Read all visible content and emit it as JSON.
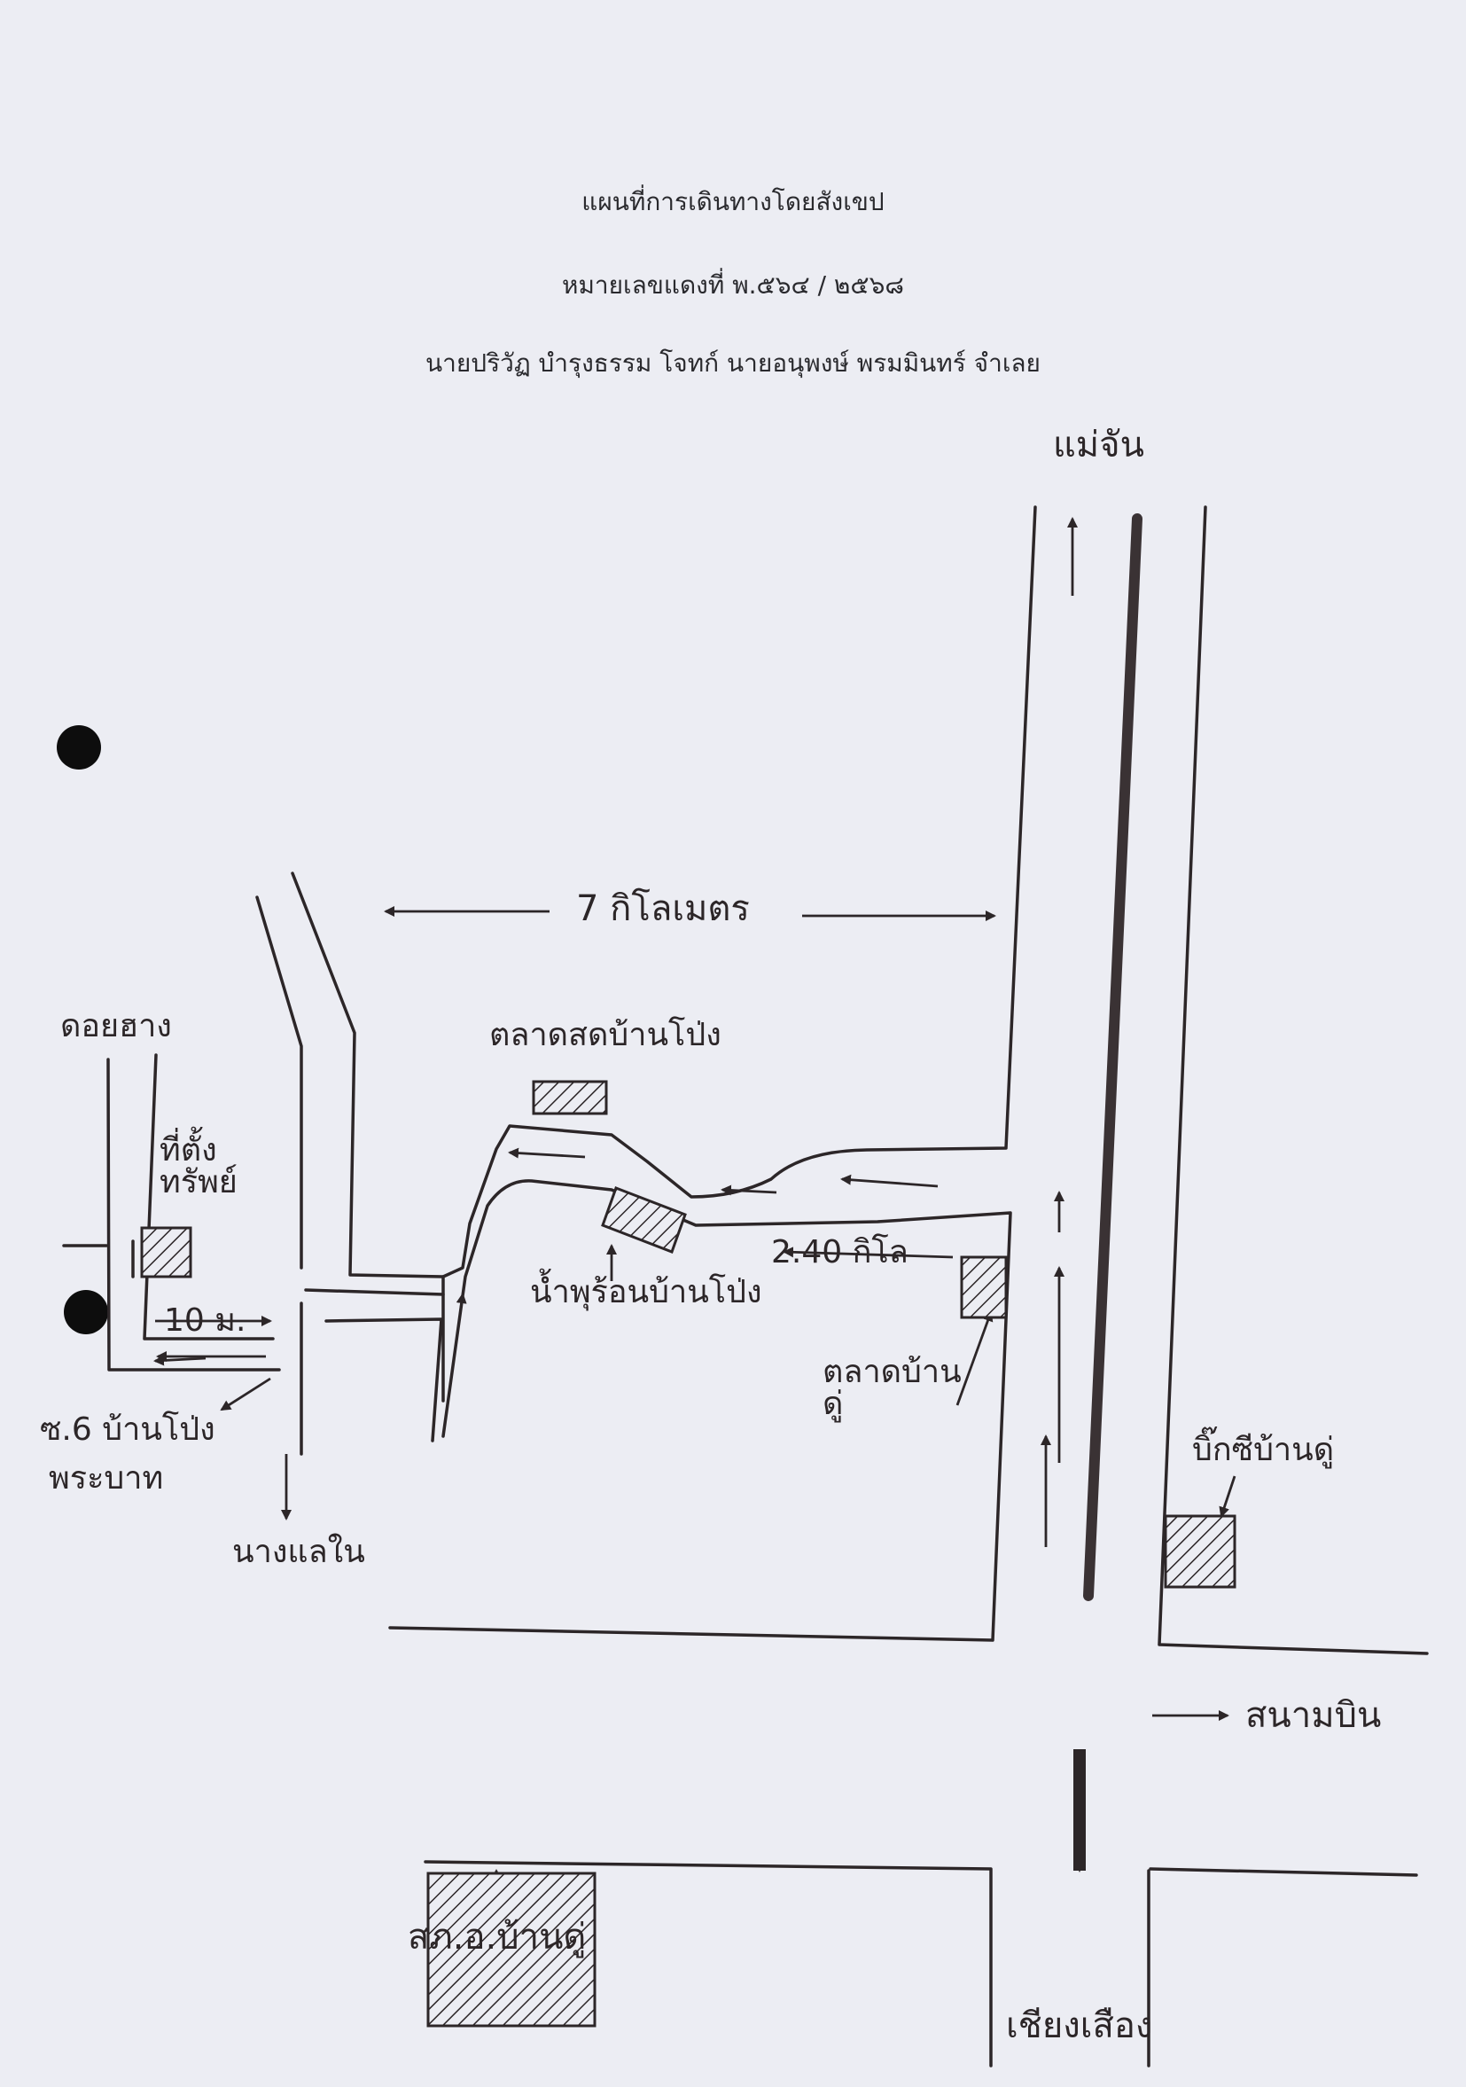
{
  "header": {
    "title": "แผนที่การเดินทางโดยสังเขป",
    "case_number": "หมายเลขแดงที่ พ.๕๖๔ / ๒๕๖๘",
    "parties": "นายปริวัฏ บำรุงธรรม  โจทก์  นายอนุพงษ์ พรมมินทร์ จำเลย"
  },
  "labels": {
    "north_dest": "แม่จัน",
    "south_dest": "เชียงเสือง",
    "east_dest": "สนามบิน",
    "distance_7km": "7 กิโลเมตร",
    "distance_240m": "2.40 กิโล",
    "market_pamong": "ตลาดสดบ้านโป่ง",
    "hotspring": "น้ำพุร้อนบ้านโป่ง",
    "market_bandu": "ตลาดบ้านดู่",
    "bigc_bandu": "บิ๊กซีบ้านดู่",
    "police_bandu": "สภ.อ.บ้านดู่",
    "defendant_site": "ที่ตั้งทรัพย์",
    "dist_10m": "10 ม.",
    "soi6": "ซ.6 บ้านโป่ง",
    "soi6_b": "พระบาท",
    "doi_hang": "ดอยฮาง",
    "nong_laeng": "นางแลใน"
  },
  "colors": {
    "ink": "#2c2628",
    "paper": "#ecedf3",
    "hole": "#0d0d0d"
  },
  "icons": [
    "arrow-icon",
    "hatched-building-icon",
    "punch-hole-icon"
  ]
}
